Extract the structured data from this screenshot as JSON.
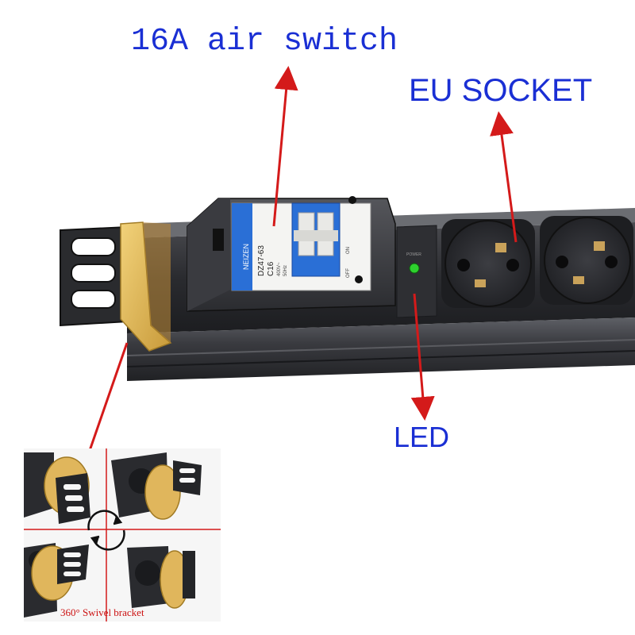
{
  "labels": {
    "air_switch": "16A air switch",
    "eu_socket": "EU SOCKET",
    "led": "LED",
    "swivel_bracket": "360° Swivel bracket"
  },
  "breaker": {
    "brand": "NEIZEN",
    "model": "DZ47-63",
    "rating": "C16",
    "voltage": "400V~",
    "frequency": "50Hz",
    "on_text": "ON",
    "off_text": "OFF"
  },
  "power_label": "POWER",
  "colors": {
    "label_blue": "#1a2fd4",
    "arrow_red": "#d41a1a",
    "bracket_yellow": "#e9c158",
    "breaker_blue": "#2a6fd6",
    "led_green": "#2ed12e",
    "housing": "#2b2c30"
  }
}
